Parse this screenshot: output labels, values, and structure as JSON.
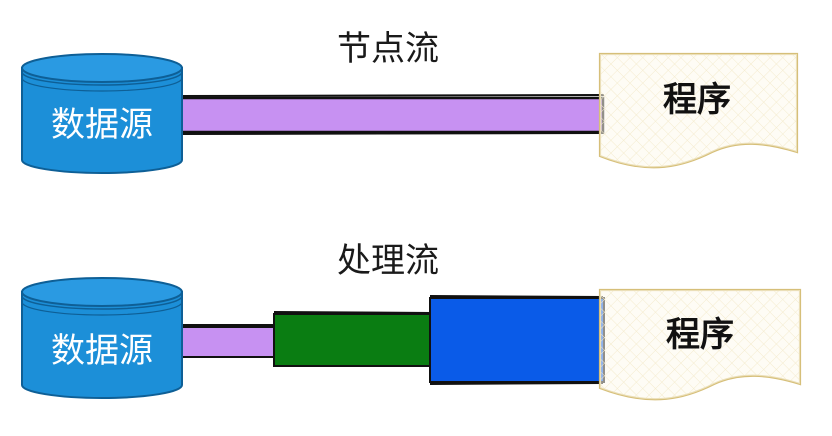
{
  "colors": {
    "database_fill": "#1c8fd8",
    "database_stroke": "#0e5f96",
    "node_stream": "#c791f2",
    "green_segment": "#0a7d12",
    "blue_segment": "#0a5be8",
    "document_fill": "#fdf9ec",
    "document_stroke": "#d6bf79",
    "line": "#111111"
  },
  "icons": {
    "database": "cylinder-database-icon",
    "program": "wavy-document-icon"
  },
  "top_row": {
    "title": "节点流",
    "source_label": "数据源",
    "target_label": "程序"
  },
  "bottom_row": {
    "title": "处理流",
    "source_label": "数据源",
    "target_label": "程序"
  }
}
